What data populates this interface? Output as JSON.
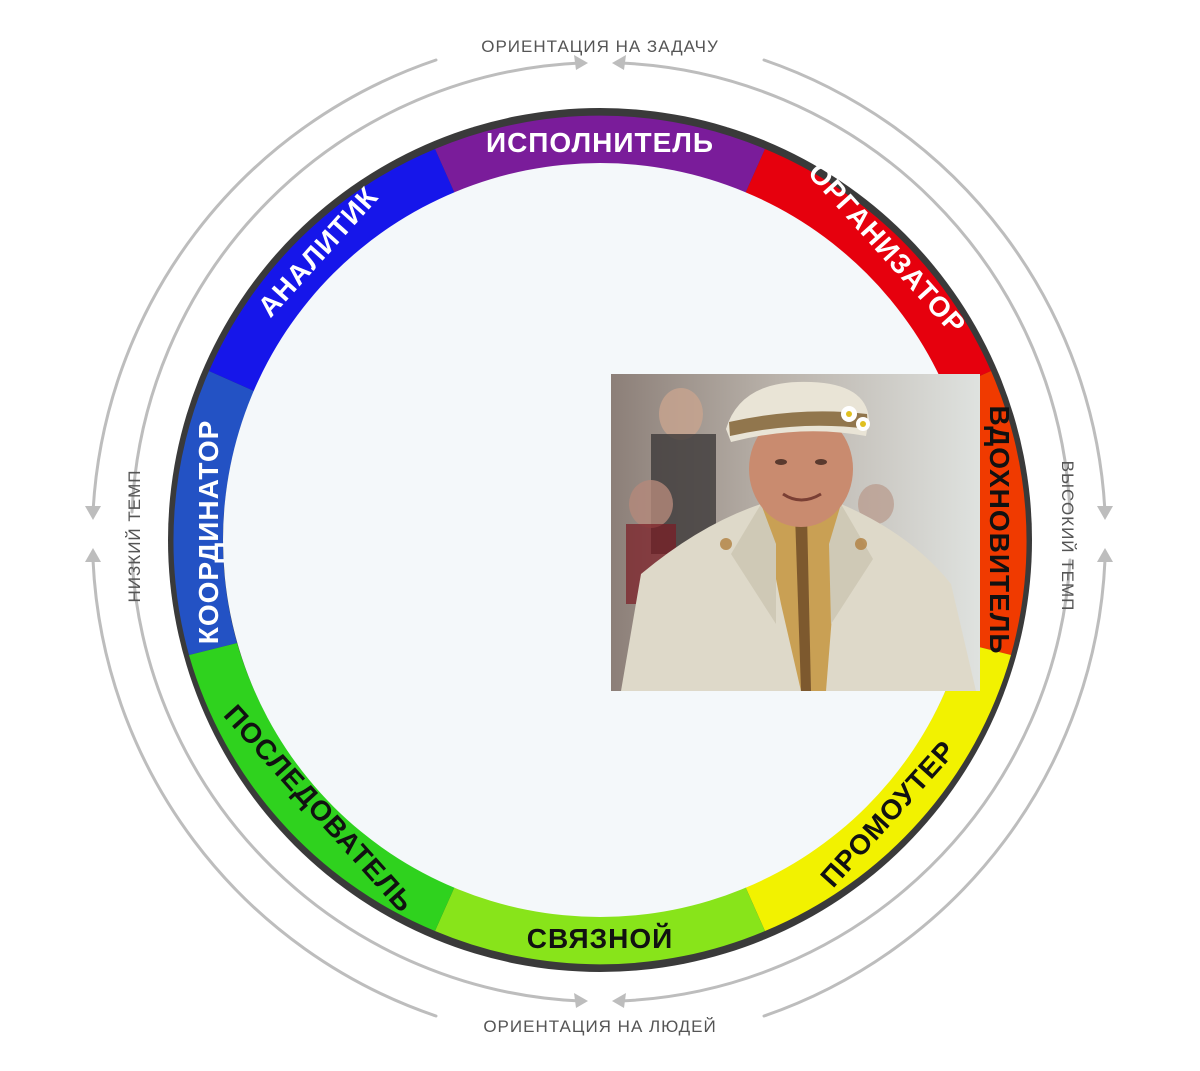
{
  "axes": {
    "top": "ОРИЕНТАЦИЯ НА ЗАДАЧУ",
    "bottom": "ОРИЕНТАЦИЯ НА ЛЮДЕЙ",
    "left": "НИЗКИЙ ТЕМП",
    "right": "ВЫСОКИЙ ТЕМП"
  },
  "roles": {
    "executor": "ИСПОЛНИТЕЛЬ",
    "organizer": "ОРГАНИЗАТОР",
    "inspirer": "ВДОХНОВИТЕЛЬ",
    "promoter": "ПРОМОУТЕР",
    "connector": "СВЯЗНОЙ",
    "follower": "ПОСЛЕДОВАТЕЛЬ",
    "coordinator": "КООРДИНАТОР",
    "analyst": "АНАЛИТИК"
  },
  "colors": {
    "red": "#e8000c",
    "orange": "#ff7a00",
    "yellow": "#f4f400",
    "green": "#2fd21e",
    "blue": "#1a1aee",
    "purple": "#6a1a9a",
    "inner_fill": "#f4f8fa",
    "arrow": "#bdbdbd",
    "axis_text": "#555555"
  },
  "photo": {
    "subject": "older-man-in-white-cap-and-linen-jacket-photo"
  }
}
